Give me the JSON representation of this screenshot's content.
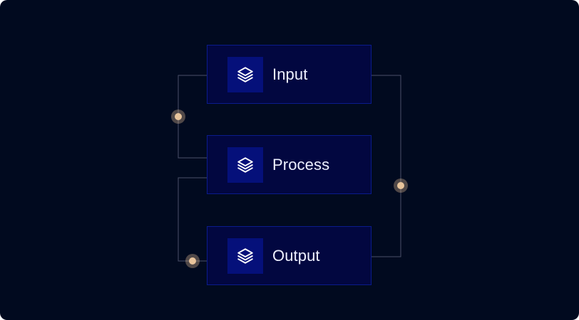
{
  "diagram": {
    "nodes": [
      {
        "id": "input",
        "label": "Input",
        "icon": "layers-icon"
      },
      {
        "id": "process",
        "label": "Process",
        "icon": "layers-icon"
      },
      {
        "id": "output",
        "label": "Output",
        "icon": "layers-icon"
      }
    ],
    "edges": [
      {
        "from": "input",
        "to": "process",
        "side": "left"
      },
      {
        "from": "input",
        "to": "output",
        "side": "right"
      },
      {
        "from": "process",
        "to": "output",
        "side": "left"
      }
    ]
  },
  "colors": {
    "background": "#010a1f",
    "node_fill": "#020740",
    "node_border": "#0a1b8c",
    "icon_tile": "#05107a",
    "connector": "#4a5068",
    "dot": "#e8c49c",
    "label": "#eef0ff"
  }
}
